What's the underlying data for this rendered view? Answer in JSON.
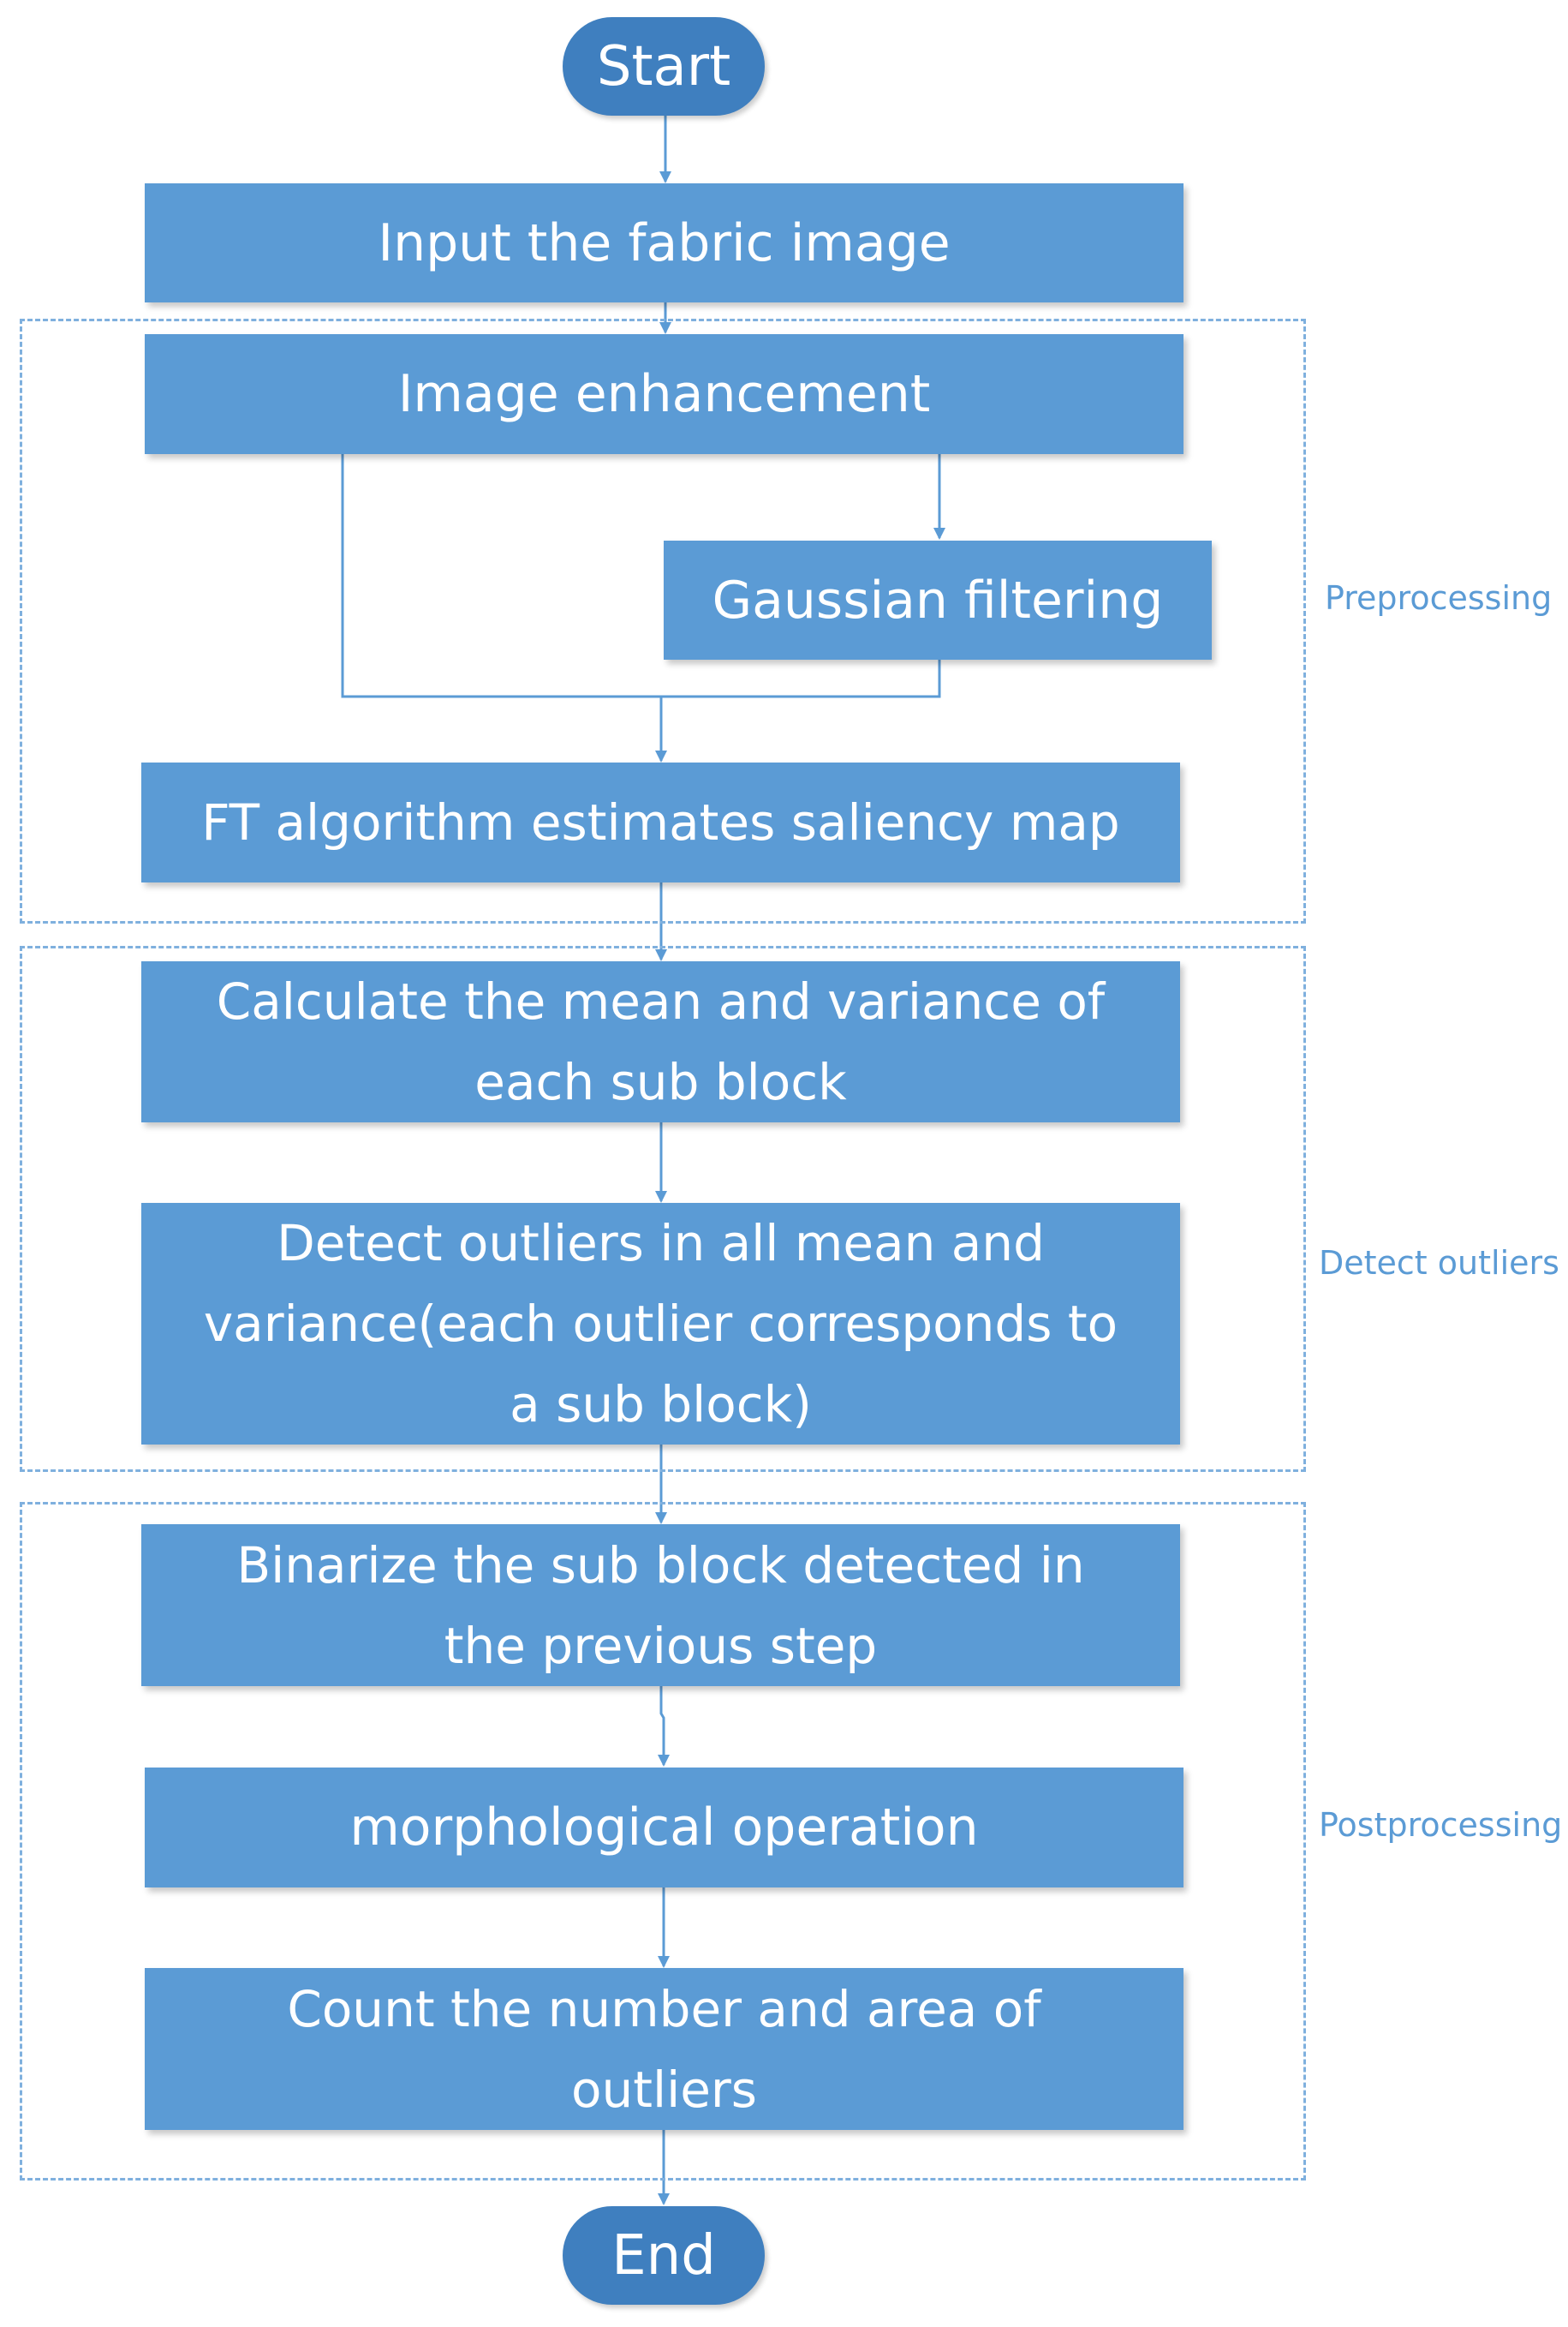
{
  "colors": {
    "box_fill": "#5b9bd5",
    "terminal_fill": "#3f7fbf",
    "line": "#5b9bd5",
    "group_border": "#7fb0de",
    "label_text": "#5b9bd5"
  },
  "terminals": {
    "start": "Start",
    "end": "End"
  },
  "steps": {
    "input": "Input the fabric image",
    "enhance": "Image enhancement",
    "gaussian": "Gaussian filtering",
    "ft": "FT algorithm estimates saliency map",
    "calc_line1": "Calculate the mean and variance of",
    "calc_line2": "each sub block",
    "detect_line1": "Detect outliers in all mean and",
    "detect_line2": "variance(each outlier corresponds to",
    "detect_line3": "a sub block)",
    "binarize_line1": "Binarize the sub block detected in",
    "binarize_line2": "the previous step",
    "morph": "morphological operation",
    "count_line1": "Count the number and area of",
    "count_line2": "outliers"
  },
  "groups": {
    "preprocessing": "Preprocessing",
    "detect": "Detect outliers",
    "postprocessing": "Postprocessing"
  }
}
